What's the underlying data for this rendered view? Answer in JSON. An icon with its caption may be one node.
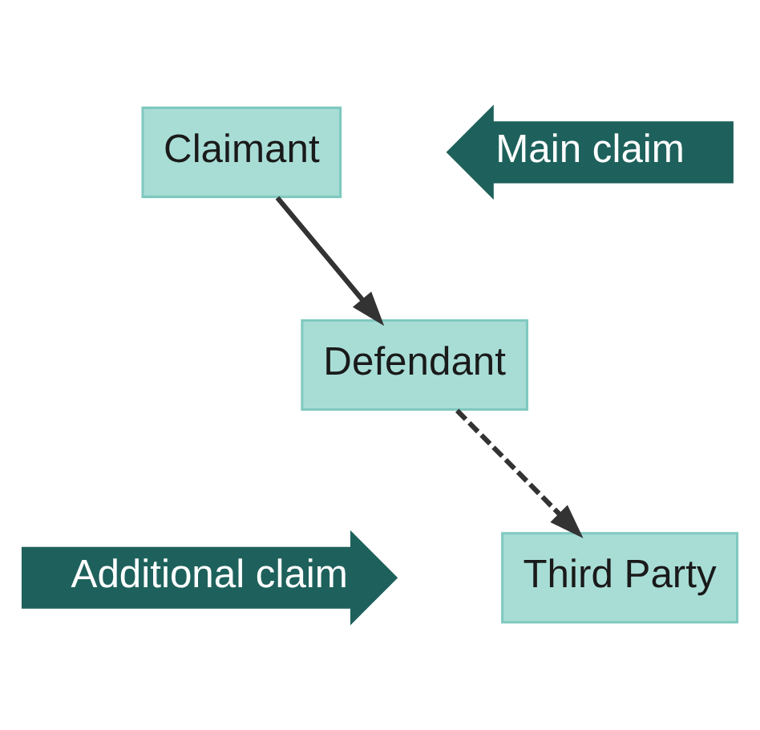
{
  "diagram": {
    "nodes": [
      {
        "text": [
          "Claimant"
        ]
      },
      {
        "text": [
          "Main claim"
        ]
      },
      {
        "text": [
          "Defendant"
        ]
      },
      {
        "text": [
          "Additional claim"
        ]
      },
      {
        "text": [
          "Third Party"
        ]
      }
    ],
    "edges": [
      {
        "from": 0,
        "to": 2,
        "arrow": "to"
      },
      {
        "from": 2,
        "to": 4,
        "arrow": "to",
        "style": "dashed"
      }
    ]
  }
}
